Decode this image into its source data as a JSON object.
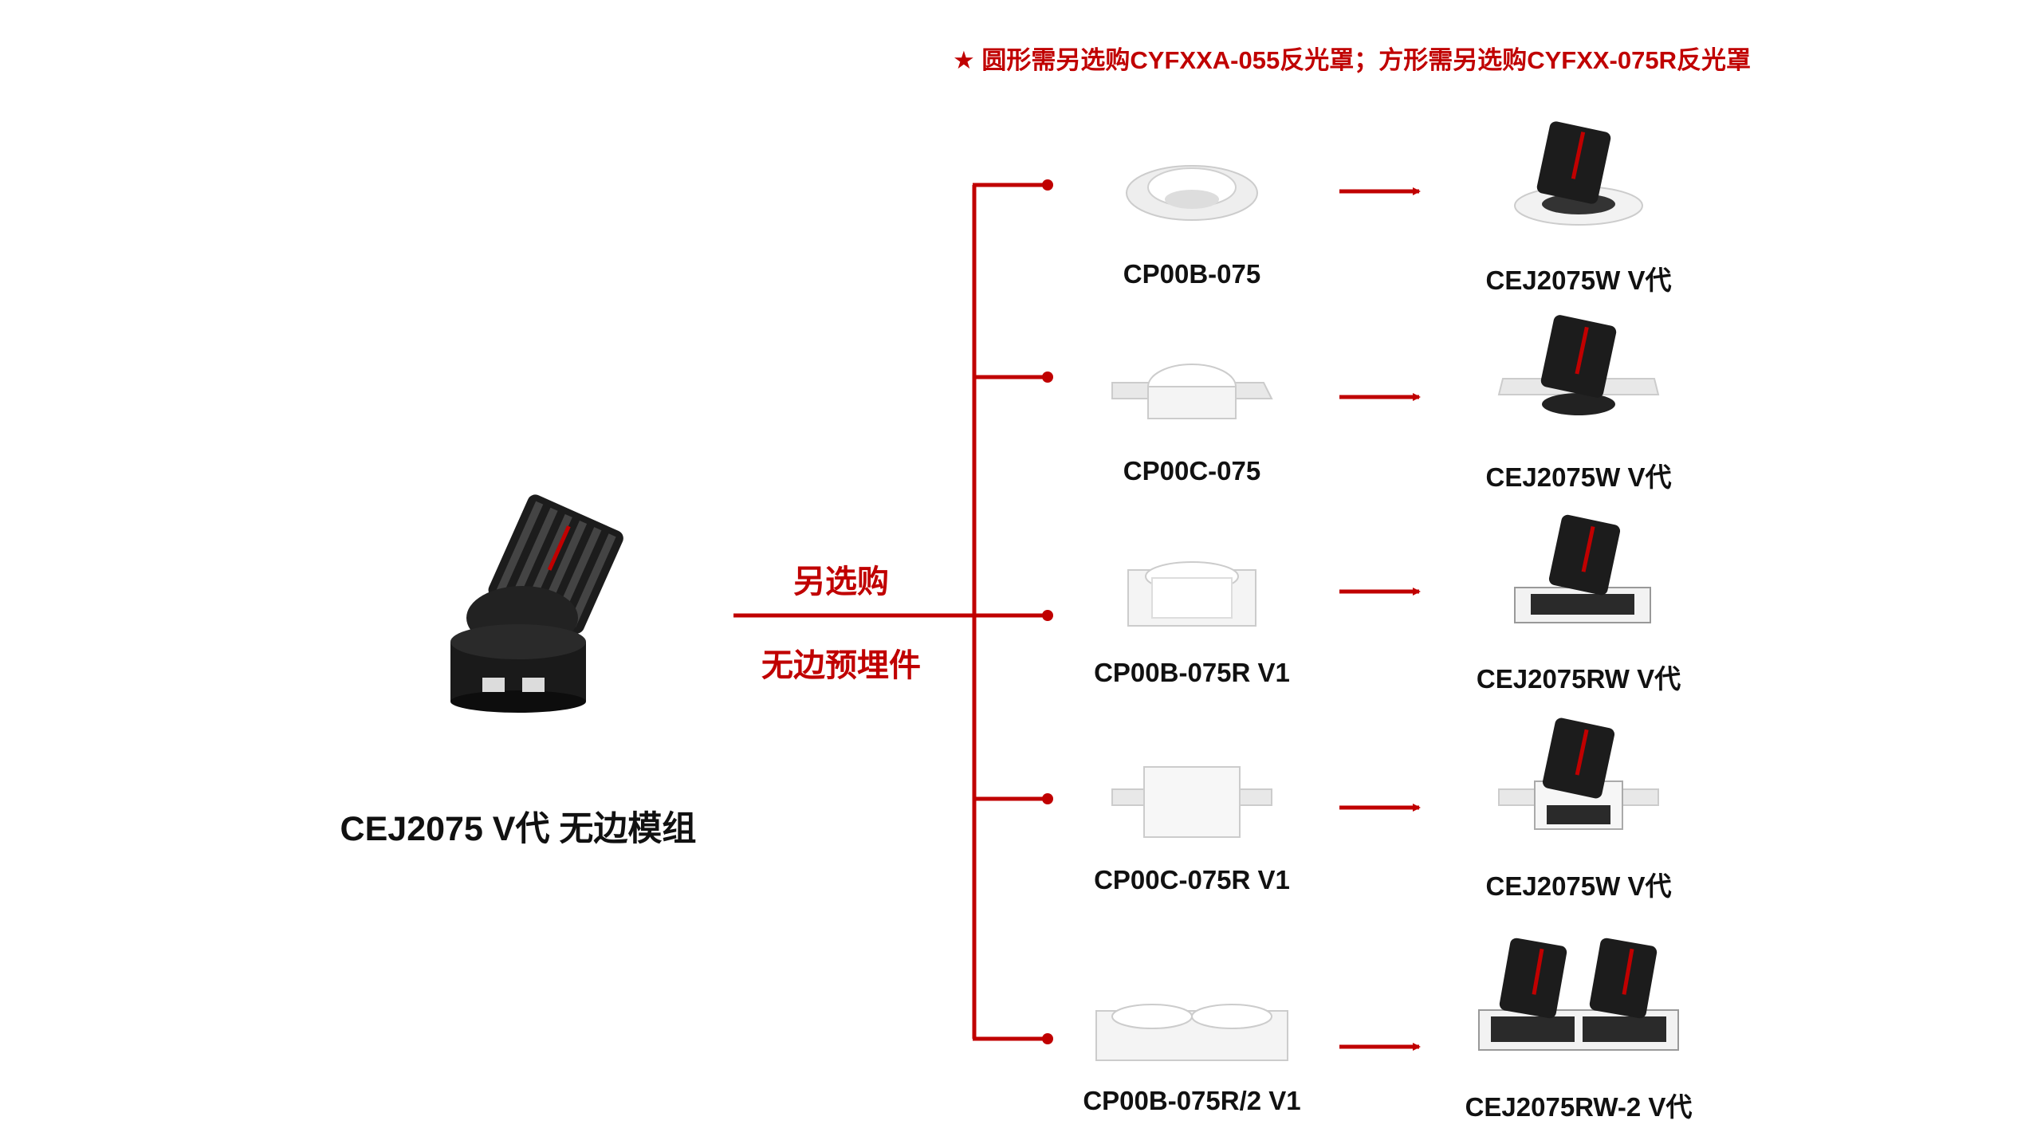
{
  "note": "★ 圆形需另选购CYFXXA-055反光罩；方形需另选购CYFXX-075R反光罩",
  "main_product": {
    "title": "CEJ2075  V代 无边模组",
    "image": "black-angled-downlight-module"
  },
  "branch": {
    "label_top": "另选购",
    "label_bottom": "无边预埋件"
  },
  "rows": [
    {
      "kit": "CP00B-075",
      "kit_image": "round-trimless-housing",
      "result": "CEJ2075W  V代",
      "result_image": "round-downlight-assembled"
    },
    {
      "kit": "CP00C-075",
      "kit_image": "round-winged-plaster-housing",
      "result": "CEJ2075W  V代",
      "result_image": "winged-downlight-assembled"
    },
    {
      "kit": "CP00B-075R V1",
      "kit_image": "square-trimless-housing",
      "result": "CEJ2075RW  V代",
      "result_image": "square-downlight-assembled"
    },
    {
      "kit": "CP00C-075R V1",
      "kit_image": "square-winged-plaster-housing",
      "result": "CEJ2075W  V代",
      "result_image": "square-winged-downlight-assembled"
    },
    {
      "kit": "CP00B-075R/2 V1",
      "kit_image": "double-square-trimless-housing",
      "result": "CEJ2075RW-2  V代",
      "result_image": "double-downlight-assembled"
    }
  ],
  "colors": {
    "accent": "#c00000",
    "text": "#111111"
  }
}
